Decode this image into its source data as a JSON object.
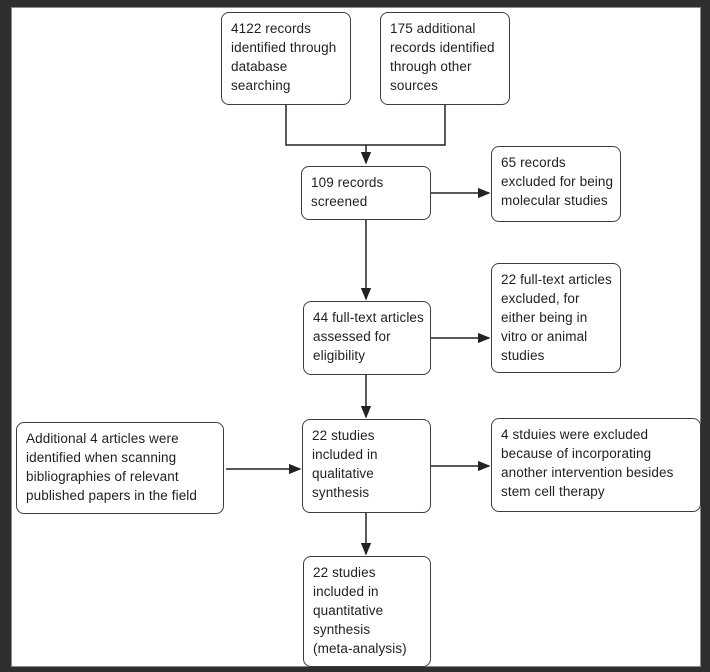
{
  "diagram": {
    "kind": "study-selection-flowchart",
    "boxes": {
      "database": "4122 records\nidentified through\ndatabase\nsearching",
      "other_sources": "175 additional\nrecords identified\nthrough other\nsources",
      "screened": "109 records\nscreened",
      "excluded_molecular": "65 records\nexcluded for being\nmolecular studies",
      "fulltext_assessed": "44 full-text articles\nassessed for\neligibility",
      "fulltext_excluded": "22 full-text articles\nexcluded, for\neither being in\nvitro or animal\nstudies",
      "bibliography": "Additional 4 articles were\nidentified when scanning\nbibliographies of relevant\npublished papers in the field",
      "qualitative": "22 studies\nincluded in\nqualitative\nsynthesis",
      "excluded_intervention": "4 stduies were excluded\nbecause of incorporating\nanother intervention besides\nstem cell therapy",
      "quantitative": "22 studies\nincluded in\nquantitative\nsynthesis\n(meta-analysis)"
    },
    "edges": [
      {
        "from": "database",
        "to": "screened"
      },
      {
        "from": "other_sources",
        "to": "screened"
      },
      {
        "from": "screened",
        "to": "excluded_molecular"
      },
      {
        "from": "screened",
        "to": "fulltext_assessed"
      },
      {
        "from": "fulltext_assessed",
        "to": "fulltext_excluded"
      },
      {
        "from": "fulltext_assessed",
        "to": "qualitative"
      },
      {
        "from": "bibliography",
        "to": "qualitative"
      },
      {
        "from": "qualitative",
        "to": "excluded_intervention"
      },
      {
        "from": "qualitative",
        "to": "quantitative"
      }
    ],
    "colors": {
      "frame": "#2e2e30",
      "frame_inner_line": "#8a8a8a",
      "background": "#ffffff",
      "box_border": "#3d3d3d",
      "text": "#1f1f1f",
      "arrow": "#222222"
    }
  }
}
